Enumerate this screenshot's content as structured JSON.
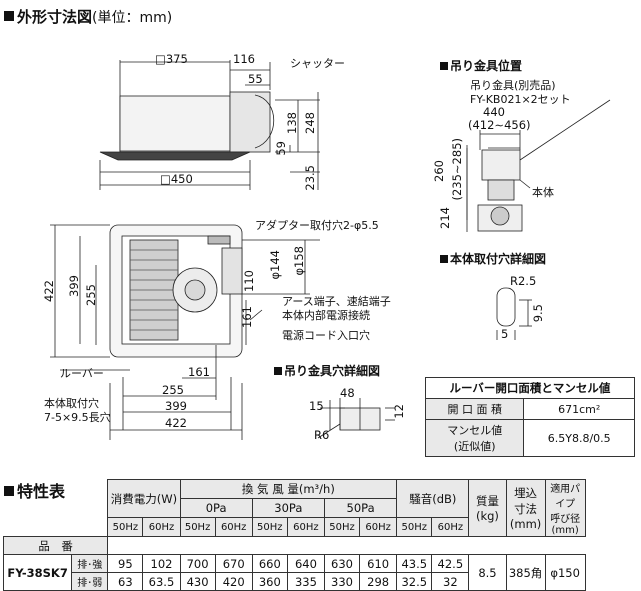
{
  "titles": {
    "outline": "外形寸法図",
    "unit": "(単位：mm)",
    "hanger_pos": "吊り金具位置",
    "body_hole": "本体取付穴詳細図",
    "hanger_hole": "吊り金具穴詳細図",
    "spec": "特性表"
  },
  "main_labels": {
    "shutter": "シャッター",
    "adapter_hole": "アダプター取付穴2-φ5.5",
    "earth_line1": "アース端子、速結端子",
    "earth_line2": "本体内部電源接続",
    "cord_hole": "電源コード入口穴",
    "louver": "ルーバー",
    "mount_hole1": "本体取付穴",
    "mount_hole2": "7-5×9.5長穴"
  },
  "dims": {
    "d375": "□375",
    "d116": "116",
    "d55": "55",
    "d59": "59",
    "d138": "138",
    "d248": "248",
    "d450": "□450",
    "d235": "23.5",
    "d422v": "422",
    "d399v": "399",
    "d255v": "255",
    "d110": "110",
    "d44": "φ144",
    "d58": "φ158",
    "d161v": "161",
    "d161h": "161",
    "d255h": "255",
    "d399h": "399",
    "d422h": "422"
  },
  "hanger": {
    "part1": "吊り金具(別売品)",
    "part2": "FY-KB021×2セット",
    "d440": "440",
    "d412": "(412∼456)",
    "d260": "260",
    "d235285": "(235∼285)",
    "d214": "214",
    "body": "本体"
  },
  "body_hole_dims": {
    "r25": "R2.5",
    "d95": "9.5",
    "d5": "5"
  },
  "hanger_hole_dims": {
    "d15": "15",
    "d48": "48",
    "d12": "12",
    "r6": "R6"
  },
  "louver_table": {
    "title": "ルーバー開口面積とマンセル値",
    "row1_key": "開 口 面 積",
    "row1_val": "671cm²",
    "row2_key1": "マンセル値",
    "row2_key2": "(近似値)",
    "row2_val": "6.5Y8.8/0.5"
  },
  "spec_table": {
    "h_power": "消費電力(W)",
    "h_air": "換 気 風 量(m³/h)",
    "h_noise": "騒音(dB)",
    "h_mass1": "質量",
    "h_mass2": "(kg)",
    "h_embed1": "埋込",
    "h_embed2": "寸法",
    "h_embed3": "(mm)",
    "h_pipe1": "適用パイプ",
    "h_pipe2": "呼び径",
    "h_pipe3": "(mm)",
    "p0": "0Pa",
    "p30": "30Pa",
    "p50": "50Pa",
    "hz50": "50Hz",
    "hz60": "60Hz",
    "h_model": "品　番",
    "model": "FY-38SK7",
    "strong": "排･強",
    "weak": "排･弱",
    "strong_vals": [
      "95",
      "102",
      "700",
      "670",
      "660",
      "640",
      "630",
      "610",
      "43.5",
      "42.5"
    ],
    "weak_vals": [
      "63",
      "63.5",
      "430",
      "420",
      "360",
      "335",
      "330",
      "298",
      "32.5",
      "32"
    ],
    "mass": "8.5",
    "embed": "385角",
    "pipe": "φ150"
  }
}
